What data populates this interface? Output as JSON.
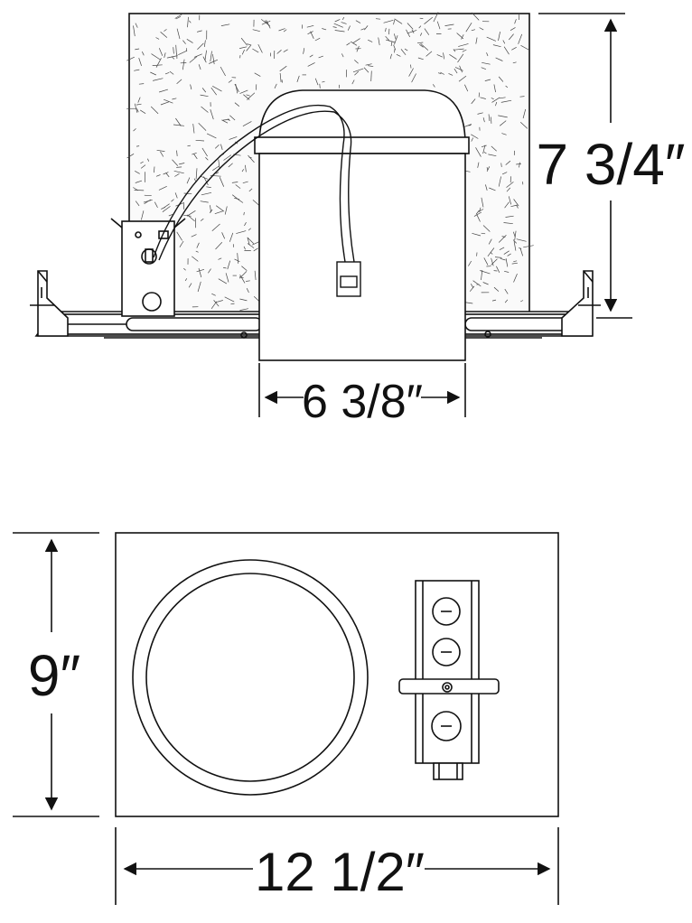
{
  "side_view": {
    "height_label": "7 3/4″",
    "width_label": "6 3/8″"
  },
  "top_view": {
    "height_label": "9″",
    "width_label": "12 1/2″"
  }
}
